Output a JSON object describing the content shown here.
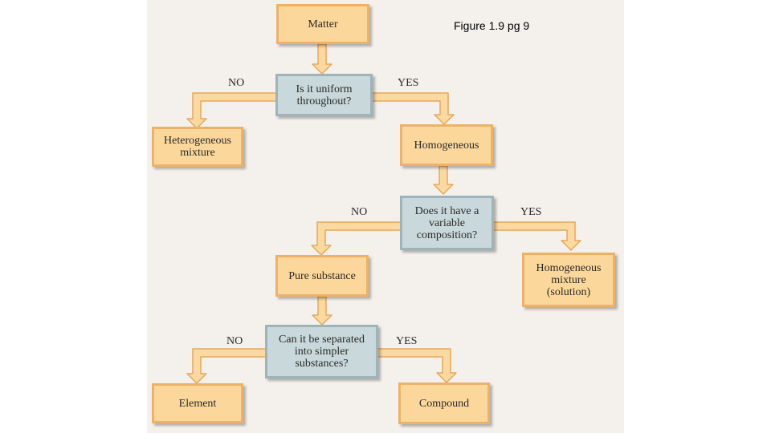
{
  "caption": "Figure 1.9 pg 9",
  "nodes": {
    "matter": "Matter",
    "uniform": "Is it uniform\nthroughout?",
    "heterogeneous": "Heterogeneous\nmixture",
    "homogeneous": "Homogeneous",
    "variable": "Does it have a\nvariable\ncomposition?",
    "pure": "Pure substance",
    "solution": "Homogeneous\nmixture\n(solution)",
    "separated": "Can it be separated\ninto simpler\nsubstances?",
    "element": "Element",
    "compound": "Compound"
  },
  "edges": {
    "uniform_no": "NO",
    "uniform_yes": "YES",
    "variable_no": "NO",
    "variable_yes": "YES",
    "separated_no": "NO",
    "separated_yes": "YES"
  },
  "colors": {
    "box_fill": "#fbd79b",
    "box_border": "#eeb267",
    "question_fill": "#c9d8da",
    "question_border": "#9db4b8",
    "arrow_fill": "#fcd9a0",
    "arrow_border": "#e6a85a"
  }
}
